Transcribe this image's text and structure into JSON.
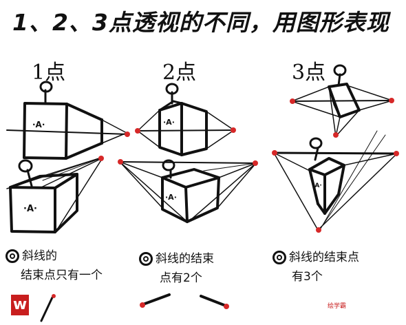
{
  "title": "1、2、3点透视的不同，用图形表现",
  "columns": [
    {
      "heading": "1点",
      "caption_line1": "斜线的",
      "caption_line2": "结束点只有一个"
    },
    {
      "heading": "2点",
      "caption_line1": "斜线的结束",
      "caption_line2": "点有2个"
    },
    {
      "heading": "3点",
      "caption_line1": "斜线的结束点",
      "caption_line2": "有3个"
    }
  ],
  "face_text": "·A·",
  "logo_text": "w",
  "watermark": "绘学霸",
  "colors": {
    "ink": "#111111",
    "vanishing_point": "#d62828",
    "brand": "#c81e1e"
  }
}
